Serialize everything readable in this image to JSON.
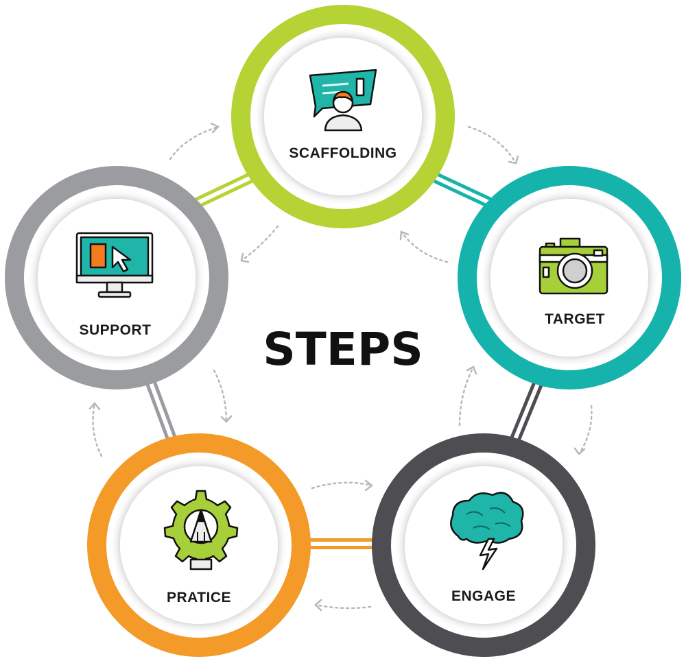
{
  "title": "STEPS",
  "nodes": [
    {
      "id": "scaffolding",
      "label": "SCAFFOLDING",
      "color": "#b5d334",
      "icon": "presenter-chat-icon"
    },
    {
      "id": "target",
      "label": "TARGET",
      "color": "#16b3ac",
      "icon": "camera-icon"
    },
    {
      "id": "engage",
      "label": "ENGAGE",
      "color": "#4d4d52",
      "icon": "storm-cloud-icon"
    },
    {
      "id": "practice",
      "label": "PRATICE",
      "color": "#f39a28",
      "icon": "gear-pencil-icon"
    },
    {
      "id": "support",
      "label": "SUPPORT",
      "color": "#9b9c9f",
      "icon": "monitor-cursor-icon"
    }
  ],
  "colors": {
    "icon_teal": "#1fb5a8",
    "icon_lime": "#a6cf39",
    "icon_orange": "#f47b20",
    "icon_dark": "#111111",
    "arrow": "#b8b8b8"
  }
}
